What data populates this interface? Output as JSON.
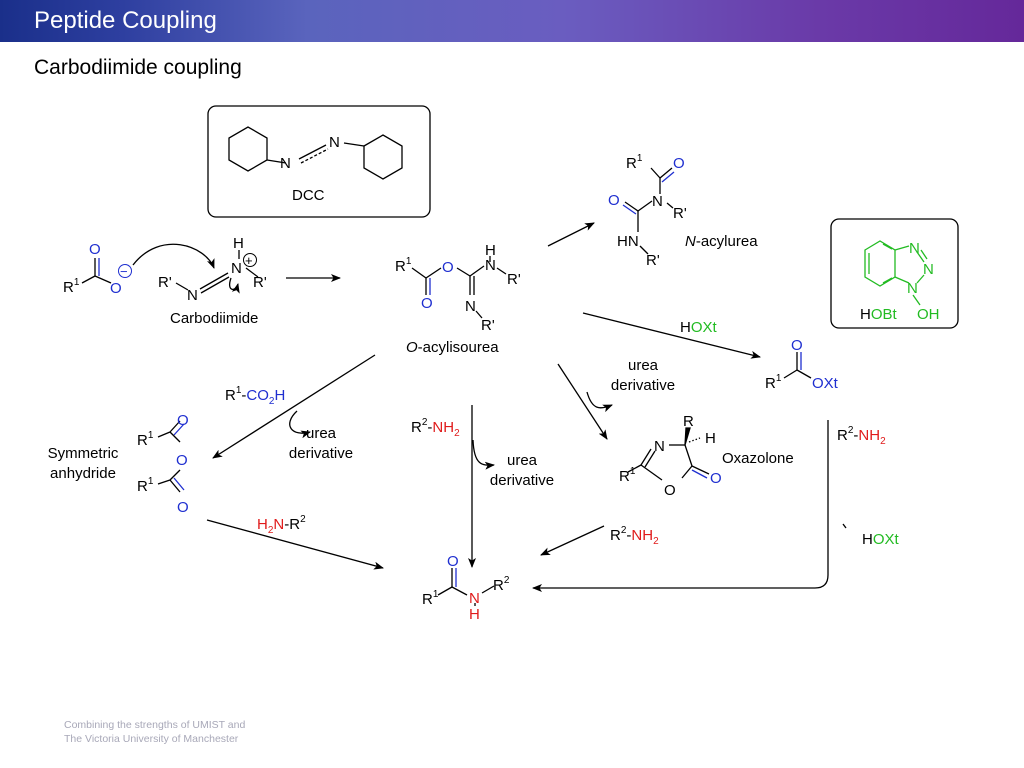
{
  "header": {
    "title": "Peptide Coupling"
  },
  "subtitle": "Carbodiimide coupling",
  "footer": {
    "line1": "Combining the strengths of UMIST and",
    "line2": "The Victoria University of Manchester"
  },
  "labels": {
    "dcc": "DCC",
    "carbodiimide": "Carbodiimide",
    "o_acylisourea_italic": "O",
    "o_acylisourea_rest": "-acylisourea",
    "n_acylurea_italic": "N",
    "n_acylurea_rest": "-acylurea",
    "hobt": "HOBt",
    "oh": "OH",
    "hoxt_h": "H",
    "hoxt_rest": "OXt",
    "urea_derivative_line1": "urea",
    "urea_derivative_line2": "derivative",
    "symmetric_anhydride_line1": "Symmetric",
    "symmetric_anhydride_line2": "anhydride",
    "oxazolone": "Oxazolone",
    "r1_co2h_prefix": "R",
    "r1_co2h_sup": "1",
    "r1_co2h_dash": "-",
    "r1_co2h_co2": "CO",
    "r1_co2h_sub": "2",
    "r1_co2h_h": "H",
    "r2_nh2_r": "R",
    "r2_nh2_sup": "2",
    "r2_nh2_dash": "-",
    "r2_nh2_nh": "NH",
    "r2_nh2_sub": "2",
    "h2n_r2_h": "H",
    "h2n_r2_sub": "2",
    "h2n_r2_n": "N",
    "h2n_r2_dash": "-R",
    "h2n_r2_sup": "2"
  },
  "atoms": {
    "O": "O",
    "N": "N",
    "H": "H",
    "R": "R",
    "R1": "1",
    "Rp": "R'",
    "OXt": "OXt",
    "minus": "−",
    "plus": "+"
  },
  "colors": {
    "title_bar_start": "#1a2f8a",
    "title_bar_end": "#65289a",
    "oxygen_blue": "#1f2fd0",
    "amine_red": "#e01b1b",
    "hobt_green": "#22bb22",
    "footer_gray": "#a8a8b8"
  }
}
